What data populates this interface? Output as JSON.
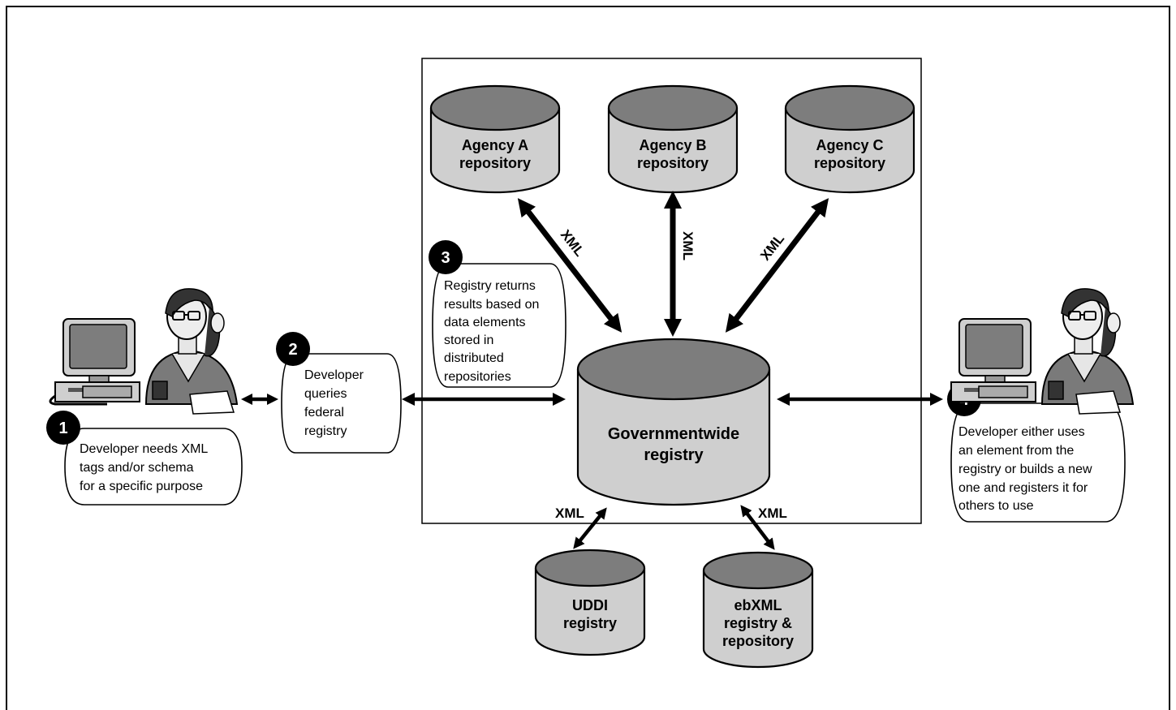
{
  "repositories": [
    {
      "line1": "Agency A",
      "line2": "repository"
    },
    {
      "line1": "Agency B",
      "line2": "repository"
    },
    {
      "line1": "Agency C",
      "line2": "repository"
    }
  ],
  "central": {
    "line1": "Governmentwide",
    "line2": "registry"
  },
  "external_registries": [
    {
      "lines": [
        "UDDI",
        "registry"
      ]
    },
    {
      "lines": [
        "ebXML",
        "registry &",
        "repository"
      ]
    }
  ],
  "connector_label": "XML",
  "steps": [
    {
      "number": "1",
      "lines": [
        "Developer needs XML",
        "tags and/or schema",
        "for a specific purpose"
      ]
    },
    {
      "number": "2",
      "lines": [
        "Developer",
        "queries",
        "federal",
        "registry"
      ]
    },
    {
      "number": "3",
      "lines": [
        "Registry returns",
        "results based on",
        "data elements",
        "stored in",
        "distributed",
        "repositories"
      ]
    },
    {
      "number": "4",
      "lines": [
        "Developer either uses",
        "an element from the",
        "registry or builds a new",
        "one and registers it for",
        "others to use"
      ]
    }
  ],
  "colors": {
    "cylinder_body": "#cfcfcf",
    "cylinder_top": "#7d7d7d",
    "badge": "#000000"
  },
  "icons": [
    "developer-workstation-icon"
  ]
}
